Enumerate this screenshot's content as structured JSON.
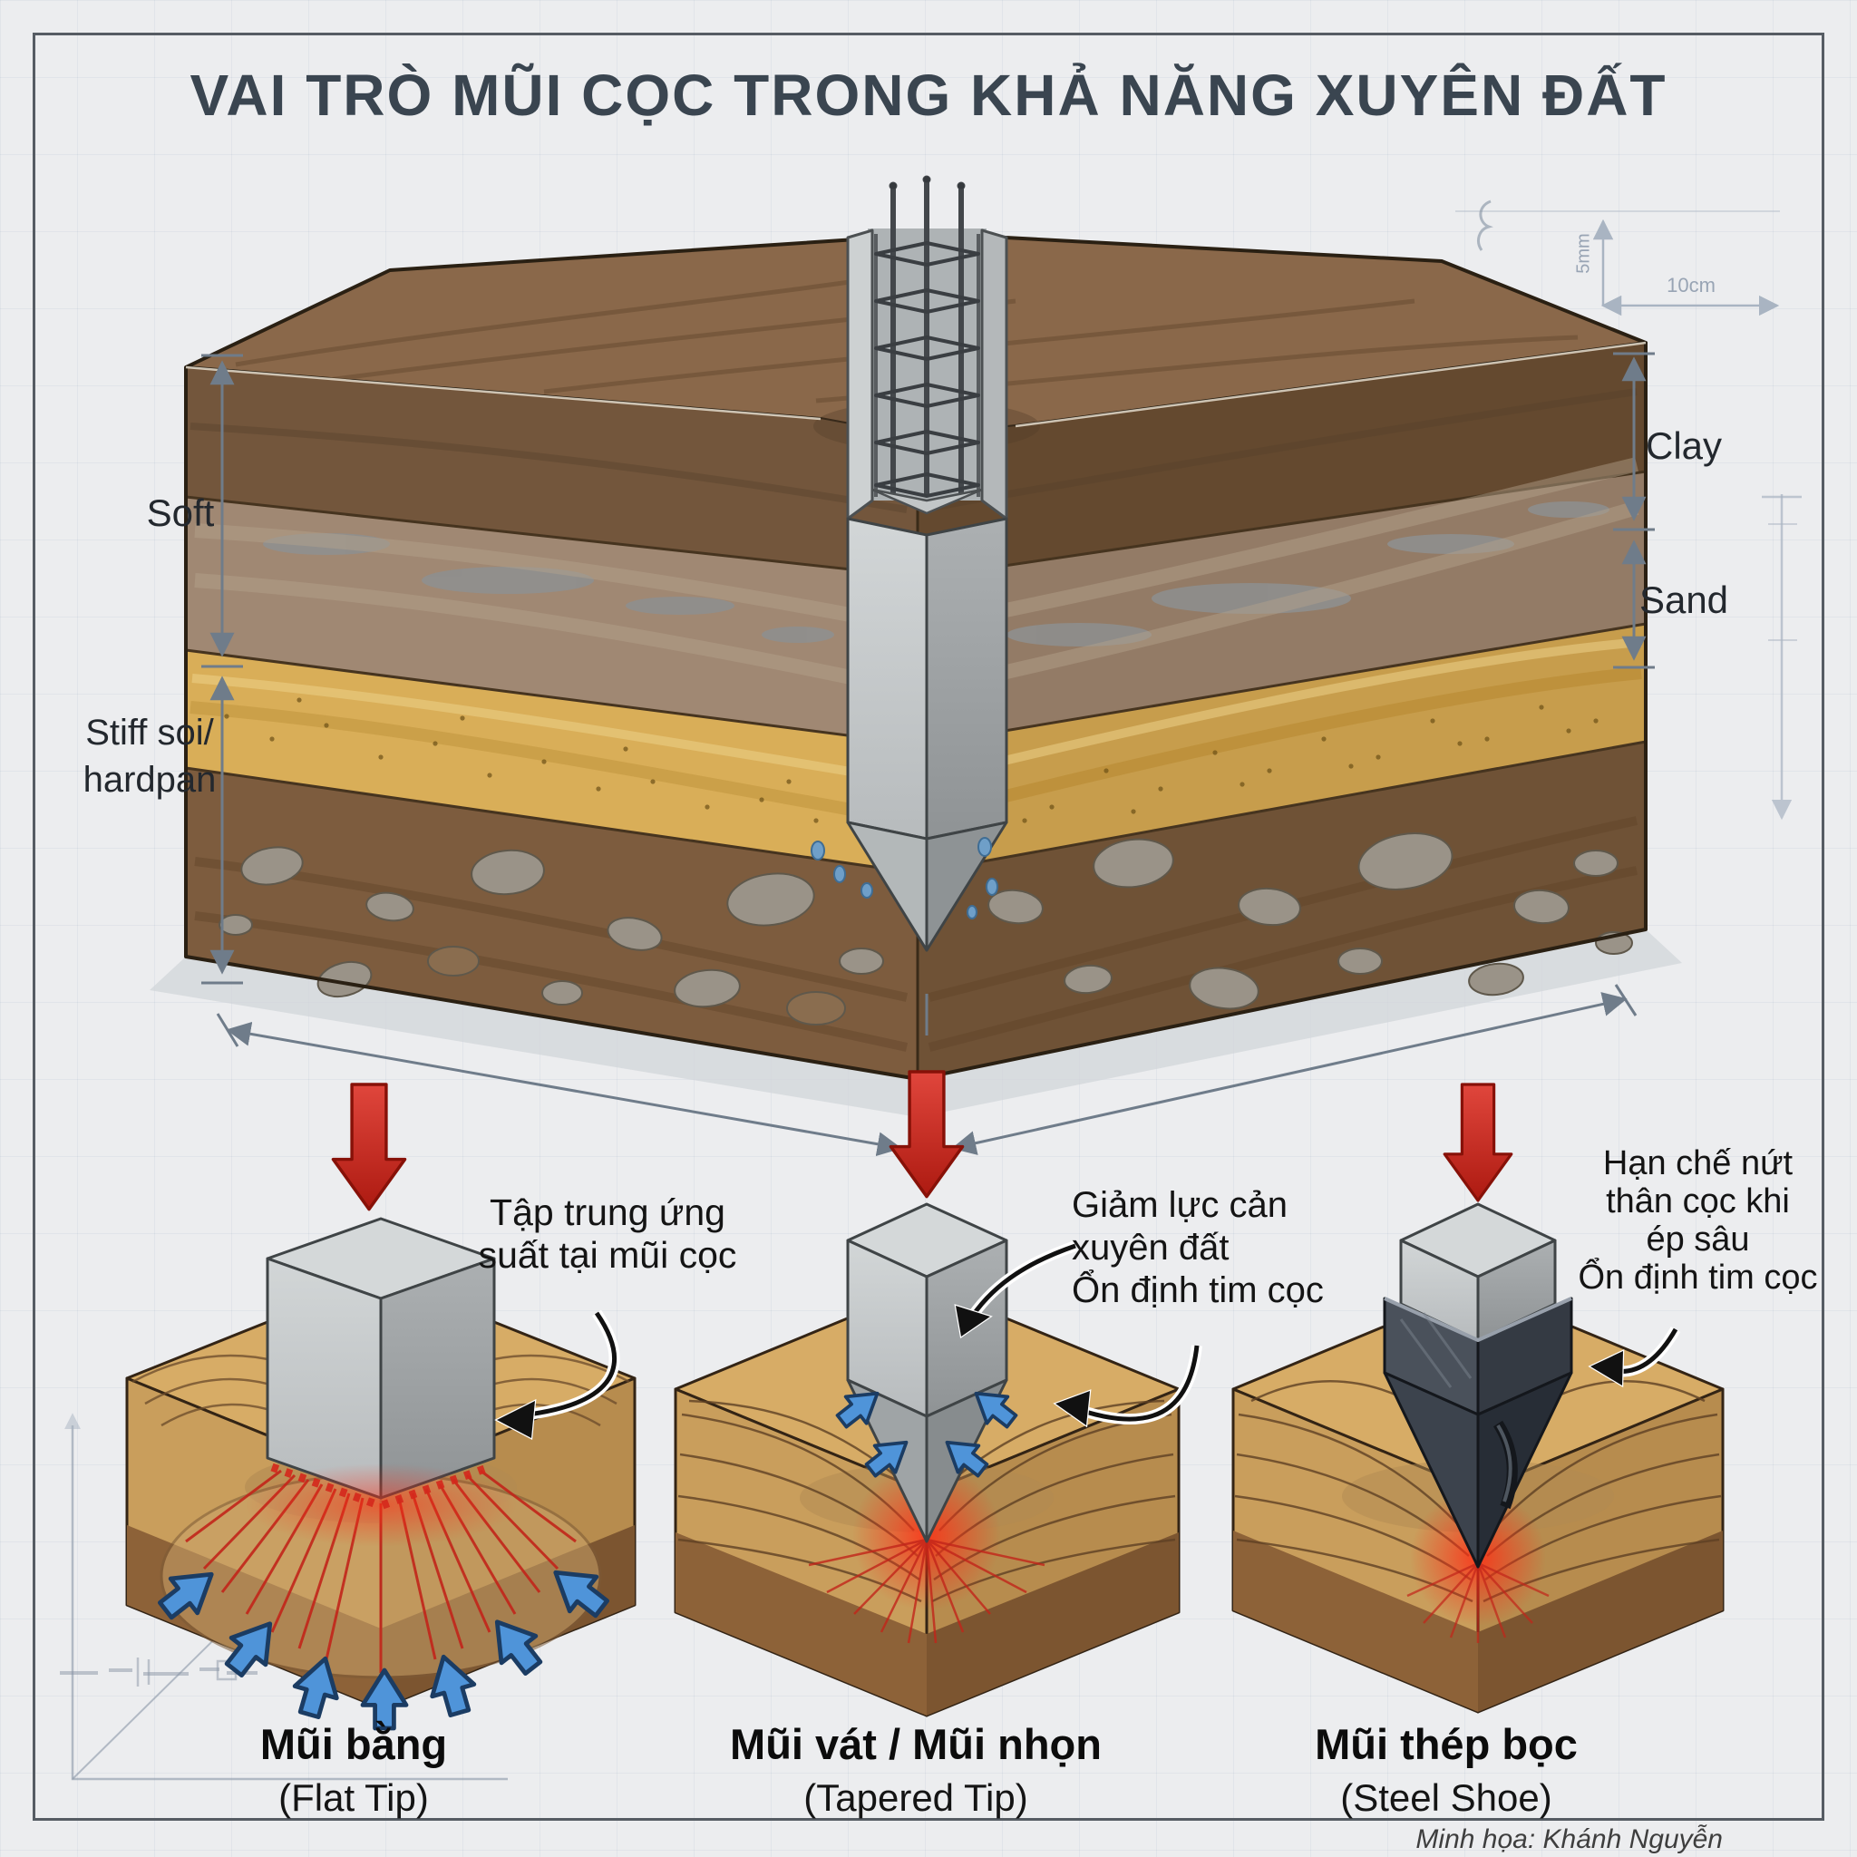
{
  "title": "VAI TRÒ MŨI CỌC TRONG KHẢ NĂNG XUYÊN ĐẤT",
  "soil_labels": {
    "soft": "Soft",
    "stiff_line1": "Stiff soi/",
    "stiff_line2": "hardpan",
    "clay": "Clay",
    "sand": "Sand"
  },
  "blueprint": {
    "width_dim": "10cm",
    "height_dim": "5mm"
  },
  "panels": [
    {
      "id": "flat-tip",
      "note": [
        "Tập trung ứng",
        "suất tại mũi cọc"
      ],
      "caption_vi": "Mũi bằng",
      "caption_en": "(Flat Tip)"
    },
    {
      "id": "tapered-tip",
      "note": [
        "Giảm lực cản",
        "xuyên đất",
        "Ổn định tim cọc"
      ],
      "caption_vi": "Mũi vát / Mũi nhọn",
      "caption_en": "(Tapered Tip)"
    },
    {
      "id": "steel-shoe",
      "note": [
        "Hạn chế nứt",
        "thân cọc khi",
        "ép sâu",
        "Ổn định tim cọc"
      ],
      "caption_vi": "Mũi thép bọc",
      "caption_en": "(Steel Shoe)"
    }
  ],
  "credit": "Minh họa: Khánh Nguyễn",
  "colors": {
    "load_arrow_red": "#d02c22",
    "resistance_arrow_blue": "#4f94d9",
    "stress_red": "#c2251a",
    "concrete_gray": "#c3c7c8",
    "steel_dark": "#3a414b",
    "sand_yellow": "#d9ae58",
    "clay_taupe": "#a08873",
    "topsoil_brown": "#75583d",
    "hardpan_brown": "#7d5c3e",
    "background": "#ecedef",
    "title_text": "#3a4550"
  }
}
